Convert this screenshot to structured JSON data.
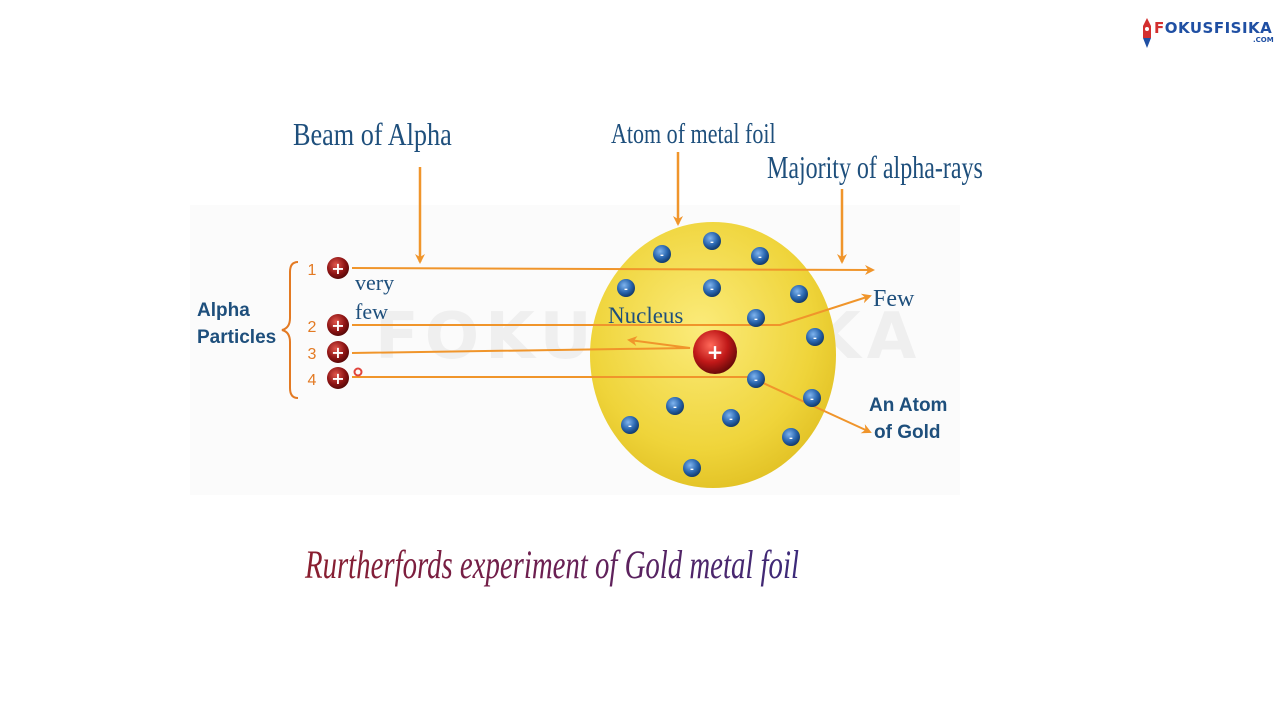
{
  "brand": {
    "name_part1": "F",
    "name_part2": "OKUSFISIKA",
    "suffix": ".COM"
  },
  "diagram": {
    "labels": {
      "beam": "Beam of Alpha",
      "atom_foil": "Atom of metal foil",
      "majority": "Majority of alpha-rays",
      "alpha_particles_line1": "Alpha",
      "alpha_particles_line2": "Particles",
      "very": "very",
      "few_left": "few",
      "nucleus": "Nucleus",
      "few_right": "Few",
      "atom_gold_line1": "An Atom",
      "atom_gold_line2": "of Gold",
      "watermark": "FOKUSFISIKA"
    },
    "particles": [
      "1",
      "2",
      "3",
      "4"
    ],
    "particle_symbol": "+",
    "nucleus_symbol": "+",
    "electron_symbol": "-",
    "caption": "Rurtherfords experiment of Gold metal foil",
    "colors": {
      "label_blue": "#1e4f7c",
      "arrow_orange": "#f0952b",
      "gold": "#f0d640",
      "nucleus_red": "#b81818",
      "electron_blue": "#2a67b0",
      "caption_purple": "#7a1f3c"
    }
  }
}
